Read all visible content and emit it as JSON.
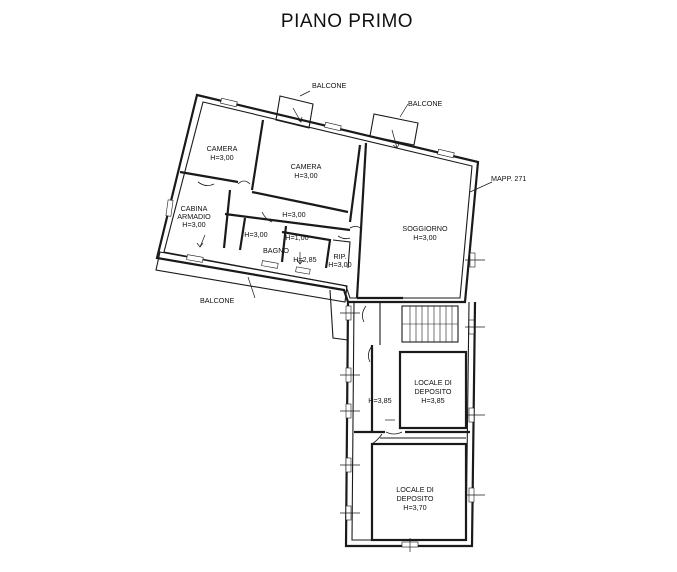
{
  "plan": {
    "title": "PIANO PRIMO",
    "balconies": {
      "top_left": "BALCONE",
      "top_right": "BALCONE",
      "bottom": "BALCONE"
    },
    "parcel_ref": "MAPP. 271",
    "rooms": {
      "camera_1": {
        "name": "CAMERA",
        "height": "H=3,00"
      },
      "camera_2": {
        "name": "CAMERA",
        "height": "H=3,00"
      },
      "cabina": {
        "name_line1": "CABINA",
        "name_line2": "ARMADIO",
        "height": "H=3,00"
      },
      "corridor_upper": {
        "height": "H=3,00"
      },
      "corridor_left": {
        "height": "H=3,00"
      },
      "shaft": {
        "height": "H=1,00"
      },
      "bagno": {
        "name": "BAGNO",
        "height": "H=2,85"
      },
      "rip": {
        "name": "RIP.",
        "height": "H=3,00"
      },
      "soggiorno": {
        "name": "SOGGIORNO",
        "height": "H=3,00"
      },
      "corridor_lower": {
        "height": "H=3,85"
      },
      "deposito_1": {
        "name_line1": "LOCALE DI",
        "name_line2": "DEPOSITO",
        "height": "H=3,85"
      },
      "deposito_2": {
        "name_line1": "LOCALE DI",
        "name_line2": "DEPOSITO",
        "height": "H=3,70"
      }
    }
  }
}
